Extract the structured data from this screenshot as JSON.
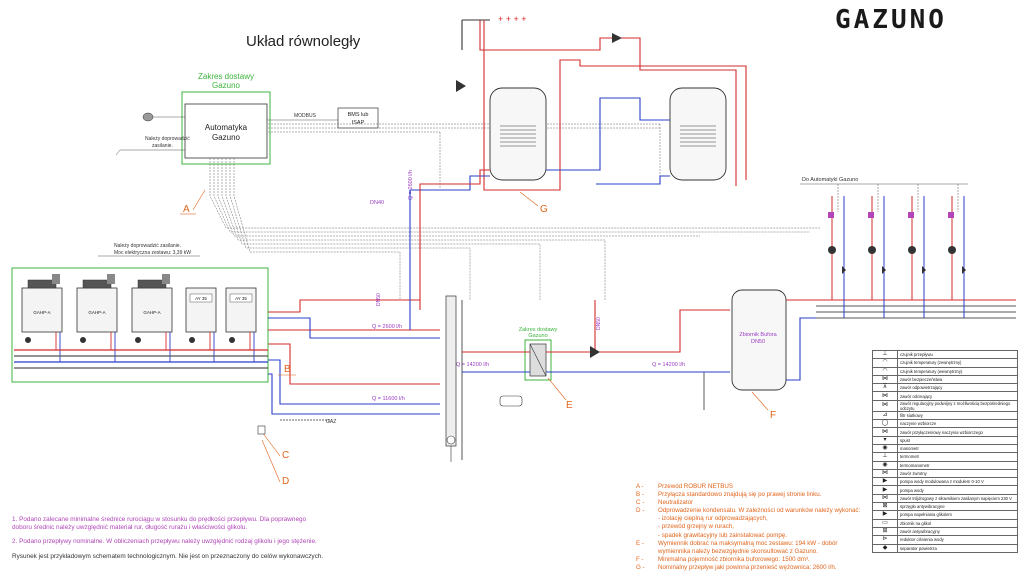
{
  "brand": {
    "logo": "GAZUNO"
  },
  "title": "Układ równoległy",
  "supply_scope": {
    "line1": "Zakres dostawy",
    "line2": "Gazuno"
  },
  "controller": {
    "line1": "Automatyka",
    "line2": "Gazuno"
  },
  "modbus_label": "MODBUS",
  "bms": {
    "line1": "BMS lub",
    "line2": "ISAP"
  },
  "power_note_top": {
    "line1": "Należy doprowadzić",
    "line2": "zasilanie."
  },
  "power_note_units": {
    "line1": "Należy doprowadzić zasilanie.",
    "line2": "Moc elektryczna zestawu: 3,39 kW"
  },
  "heat_pumps": [
    {
      "label": "GAHP-A"
    },
    {
      "label": "GAHP-A"
    },
    {
      "label": "GAHP-A"
    },
    {
      "label": "AY 35"
    },
    {
      "label": "AY 35"
    }
  ],
  "pipe_labels": {
    "dn40": "DN40",
    "dn50": "DN50",
    "q2600_a": "Q = 2600 l/h",
    "q2600_vertical": "Q = 2600 l/h",
    "q14200_a": "Q = 14200 l/h",
    "q14200_b": "Q = 14200 l/h",
    "q11600": "Q = 11600 l/h",
    "gas": "GAZ",
    "vert_small": "DN50"
  },
  "exchanger_scope": {
    "line1": "Zakres dostawy",
    "line2": "Gazuno"
  },
  "buffer_tank": {
    "line1": "Zbiornik Bufora",
    "line2": "DN50"
  },
  "automation_branch": "Do Automatyki Gazuno",
  "markers": [
    "A",
    "B",
    "C",
    "D",
    "E",
    "F",
    "G"
  ],
  "notes": {
    "n1": "1. Podano zalecane minimalne średnice rurociągu w stosunku do prędkości przepływu. Dla poprawnego",
    "n1b": "doboru średnic należy uwzględnić materiał rur, długość rurażu i właściwości glikolu.",
    "n2": "2. Podano przepływy nominalne. W obliczeniach przepływu należy uwzględnić rodzaj glikolu i jego stężenie.",
    "n3": "Rysunek jest przykładowym schematem technologicznym. Nie jest on przeznaczony do celów wykonawczych."
  },
  "legend": [
    {
      "key": "A -",
      "text": "Przewód ROBUR NETBUS"
    },
    {
      "key": "B -",
      "text": "Przyłącza standardowo znajdują się po prawej stronie linku."
    },
    {
      "key": "C -",
      "text": "Neutralizator"
    },
    {
      "key": "D -",
      "text": "Odprowadzenie kondensatu. W zależności od warunków należy wykonać:"
    },
    {
      "key": "",
      "text": "- izolację cieplną rur odprowadzających,"
    },
    {
      "key": "",
      "text": "- przewód grzejny w rurach,"
    },
    {
      "key": "",
      "text": "- spadek grawitacyjny lub zainstalować pompę."
    },
    {
      "key": "E -",
      "text": "Wymiennik dobrać na maksymalną moc zestawu: 194 kW - dobór"
    },
    {
      "key": "",
      "text": "wymiennika należy bezwzględnie skonsultować z Gazuno."
    },
    {
      "key": "F -",
      "text": "Minimalna pojemność zbiornika buforowego: 1500 dm³."
    },
    {
      "key": "G -",
      "text": "Nominalny przepływ jaki powinna przenieść wężownica: 2600 l/h."
    }
  ],
  "symbols": [
    {
      "icon": "thermometer-icon",
      "glyph": "⊥",
      "text": "czujnik przepływu"
    },
    {
      "icon": "temp-sensor-icon",
      "glyph": "◠",
      "text": "czujnik temperatury (zewnętrzny)"
    },
    {
      "icon": "temp-sensor-icon",
      "glyph": "◠",
      "text": "czujnik temperatury (wewnętrzny)"
    },
    {
      "icon": "safety-valve-icon",
      "glyph": "⋈",
      "text": "zawór bezpieczeństwa"
    },
    {
      "icon": "vent-valve-icon",
      "glyph": "⊼",
      "text": "zawór odpowietrzający"
    },
    {
      "icon": "shutoff-valve-icon",
      "glyph": "⋈",
      "text": "zawór odcinający"
    },
    {
      "icon": "regulating-valve-icon",
      "glyph": "⋈",
      "text": "zawór regulacyjny podwójny z możliwością bezpośredniego odczytu"
    },
    {
      "icon": "filter-icon",
      "glyph": "⊿",
      "text": "filtr siatkowy"
    },
    {
      "icon": "expansion-vessel-icon",
      "glyph": "◯",
      "text": "naczynie wzbiorcze"
    },
    {
      "icon": "expansion-valve-icon",
      "glyph": "⋈",
      "text": "zawór przyłączeniowy naczynia wzbiorczego"
    },
    {
      "icon": "drain-icon",
      "glyph": "▾",
      "text": "spust"
    },
    {
      "icon": "manometer-icon",
      "glyph": "◉",
      "text": "manometr"
    },
    {
      "icon": "thermometer-icon",
      "glyph": "⊥",
      "text": "termometr"
    },
    {
      "icon": "thermomanometer-icon",
      "glyph": "◉",
      "text": "termomanometr"
    },
    {
      "icon": "check-valve-icon",
      "glyph": "⋈",
      "text": "zawór zwrotny"
    },
    {
      "icon": "pump-icon",
      "glyph": "▶",
      "text": "pompa wody modulowana z modułem 0-10 V"
    },
    {
      "icon": "pump-icon",
      "glyph": "▶",
      "text": "pompa wody"
    },
    {
      "icon": "three-way-valve-icon",
      "glyph": "⋈",
      "text": "zawór trójdrogowy z siłownikiem zasilanym napięciem 230 V"
    },
    {
      "icon": "damper-icon",
      "glyph": "⊠",
      "text": "sprzęgło antywibracyjne"
    },
    {
      "icon": "glycol-pump-icon",
      "glyph": "▶",
      "text": "pompa napełniania glikolem"
    },
    {
      "icon": "tank-icon",
      "glyph": "▭",
      "text": "zbiornik na glikol"
    },
    {
      "icon": "antivibration-icon",
      "glyph": "⊞",
      "text": "zawór antywibracyjny"
    },
    {
      "icon": "reducer-icon",
      "glyph": "⊳",
      "text": "reduktor ciśnienia wody"
    },
    {
      "icon": "separator-icon",
      "glyph": "◆",
      "text": "separator powietrza"
    }
  ],
  "colors": {
    "supply": "#d62b2b",
    "return": "#2b3fc9",
    "scope": "#3cb43c",
    "cable": "#555555",
    "note": "#b044b8",
    "legend": "#e0651c",
    "marker": "#e0651c",
    "pipe_label": "#9b3cc4"
  }
}
